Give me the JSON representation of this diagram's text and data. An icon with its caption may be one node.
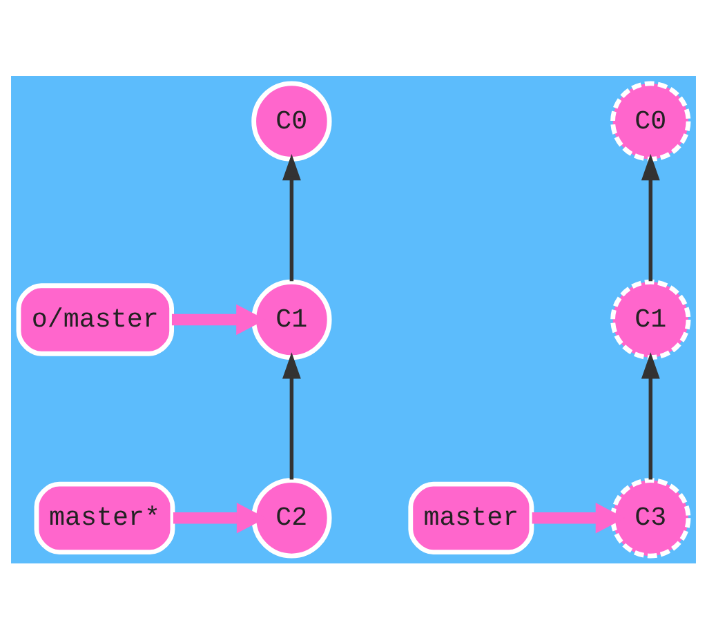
{
  "diagram": {
    "nodes": [
      {
        "text": [
          "C0"
        ]
      },
      {
        "text": [
          "C0"
        ]
      },
      {
        "text": [
          "o/master"
        ]
      },
      {
        "text": [
          "C1"
        ]
      },
      {
        "text": [
          "C1"
        ]
      },
      {
        "text": [
          "master*"
        ]
      },
      {
        "text": [
          "master"
        ]
      },
      {
        "text": [
          "C2"
        ]
      },
      {
        "text": [
          "C3"
        ]
      }
    ],
    "edges": [
      {
        "from": 3,
        "to": 0,
        "arrow": "to"
      },
      {
        "from": 7,
        "to": 3,
        "arrow": "to"
      },
      {
        "from": 2,
        "to": 3,
        "arrow": "to",
        "style": "thick",
        "color": "#ff66cc"
      },
      {
        "from": 5,
        "to": 7,
        "arrow": "to",
        "style": "thick",
        "color": "#ff66cc"
      },
      {
        "from": 4,
        "to": 1,
        "arrow": "to"
      },
      {
        "from": 8,
        "to": 4,
        "arrow": "to"
      },
      {
        "from": 6,
        "to": 8,
        "arrow": "to",
        "style": "thick",
        "color": "#ff66cc"
      }
    ]
  }
}
